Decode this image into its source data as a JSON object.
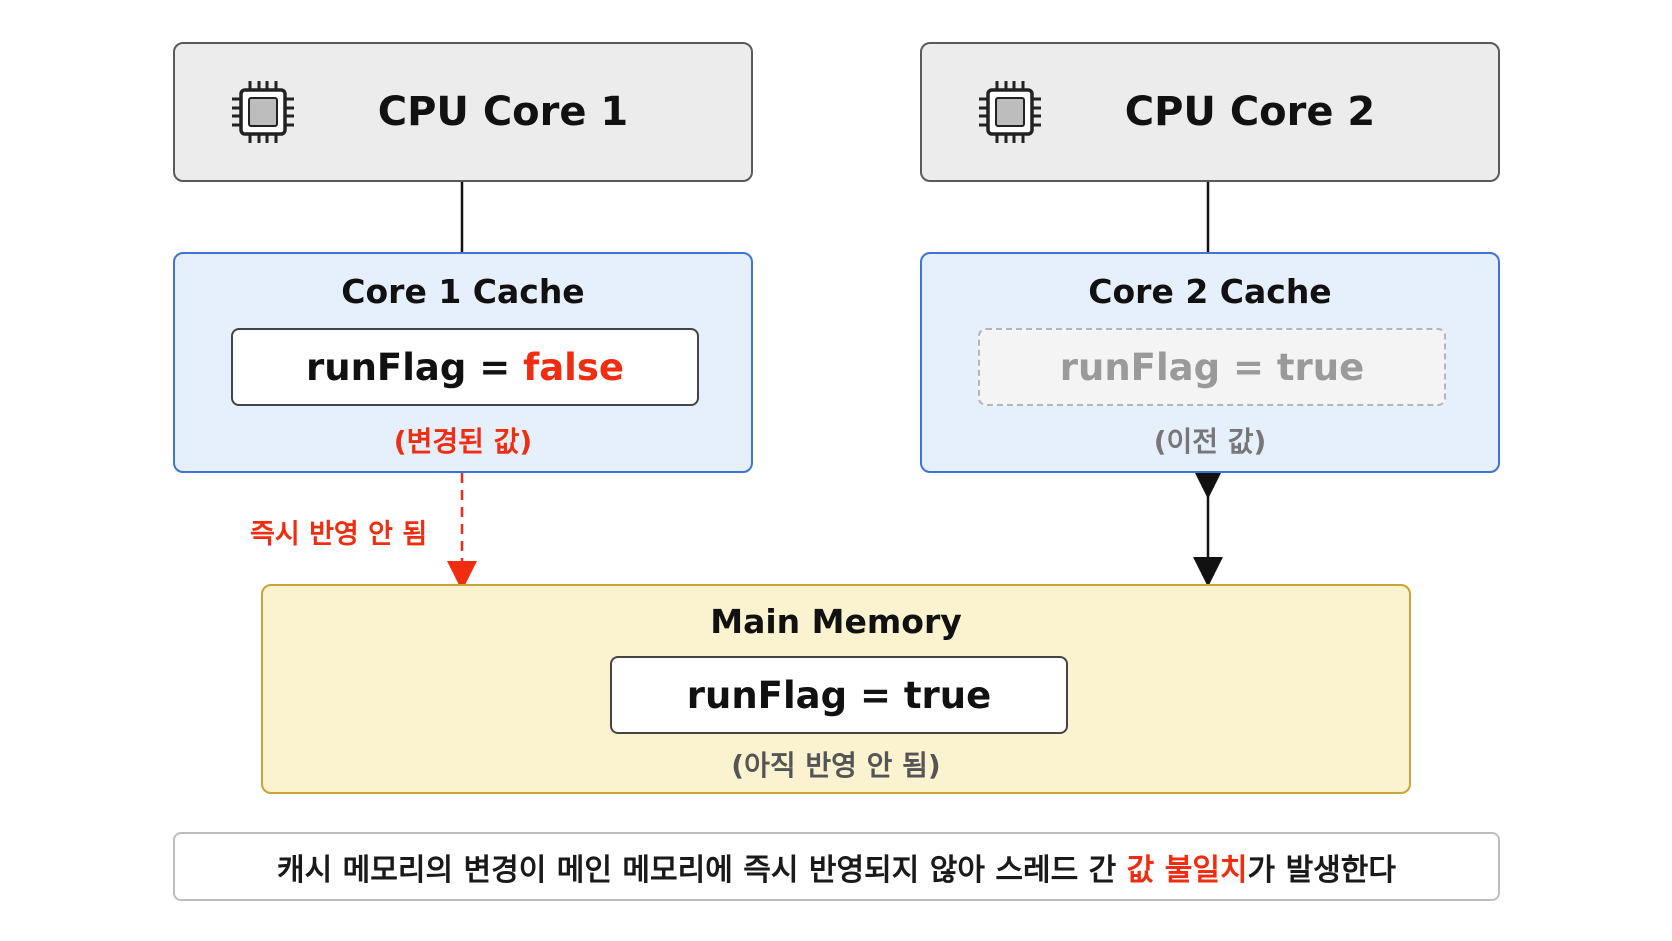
{
  "cpu_core_1": {
    "title": "CPU Core 1",
    "icon": "chip-icon"
  },
  "cpu_core_2": {
    "title": "CPU Core 2",
    "icon": "chip-icon"
  },
  "cache_1": {
    "title": "Core 1 Cache",
    "value_prefix": "runFlag = ",
    "value_highlight": "false",
    "note": "(변경된 값)"
  },
  "cache_2": {
    "title": "Core 2 Cache",
    "value": "runFlag = true",
    "note": "(이전 값)"
  },
  "flow_label": "즉시 반영 안 됨",
  "main_memory": {
    "title": "Main Memory",
    "value": "runFlag = true",
    "note": "(아직 반영 안 됨)"
  },
  "summary": {
    "before": "캐시 메모리의 변경이 메인 메모리에 즉시 반영되지 않아 스레드 간 ",
    "highlight": "값 불일치",
    "after": "가 발생한다"
  },
  "colors": {
    "highlight": "#f02d10",
    "cache_border": "#3f74d6",
    "cache_fill": "#e6effc",
    "memory_fill": "#fbf2cf",
    "memory_border": "#c9a437"
  }
}
